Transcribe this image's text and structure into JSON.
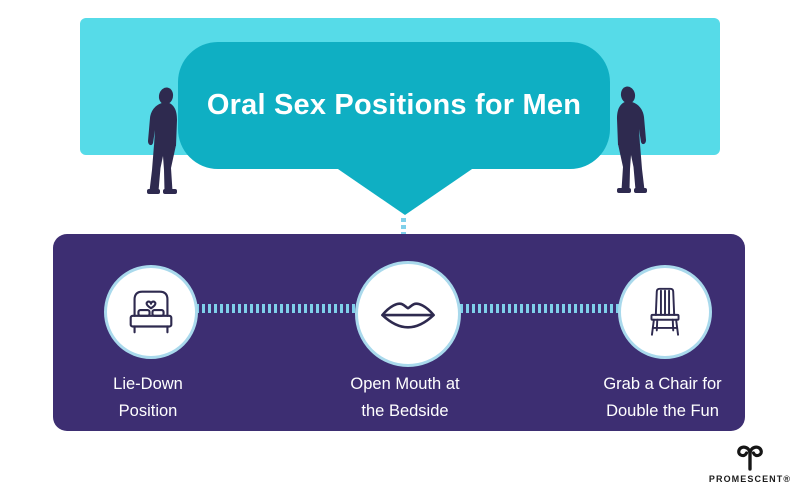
{
  "infographic": {
    "title": "Oral Sex Positions for Men",
    "steps": [
      {
        "icon": "bed-icon",
        "label_line1": "Lie-Down",
        "label_line2": "Position"
      },
      {
        "icon": "lips-icon",
        "label_line1": "Open Mouth at",
        "label_line2": "the Bedside"
      },
      {
        "icon": "chair-icon",
        "label_line1": "Grab a Chair for",
        "label_line2": "Double the Fun"
      }
    ],
    "brand": {
      "name": "PROMESCENT®",
      "mark_icon": "aries-horns-icon"
    },
    "colors": {
      "banner": "#56dbe8",
      "bubble": "#0fafc3",
      "panel": "#3d2e72",
      "silhouette": "#2e2a4f",
      "icon_stroke": "#2e2a4f",
      "dotted_line": "#7fd0ea",
      "circle_border": "#a9d9ec",
      "title_text": "#ffffff",
      "label_text": "#ffffff",
      "logo_text": "#1c1c1c"
    }
  }
}
